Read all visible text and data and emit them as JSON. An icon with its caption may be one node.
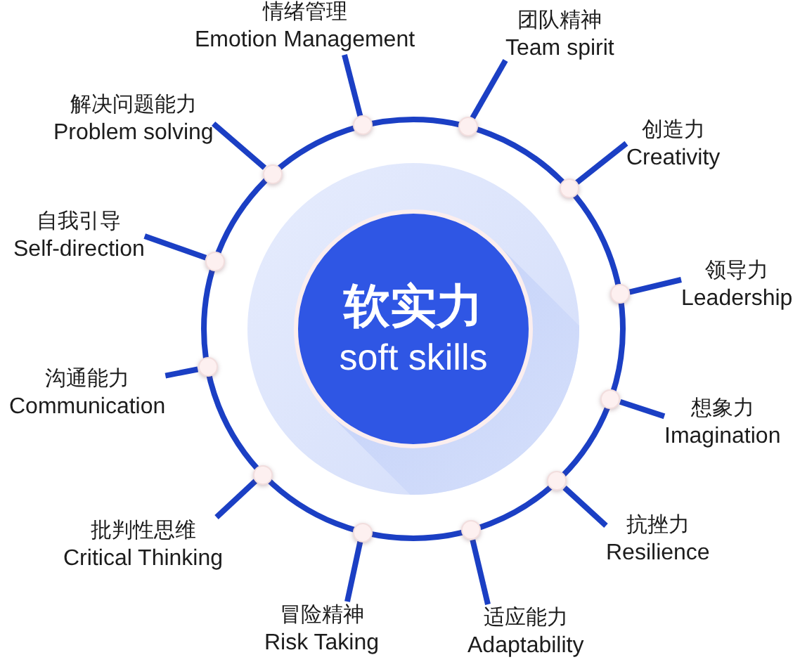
{
  "diagram": {
    "nodes": [
      {
        "text": [
          "软实力",
          "soft skills"
        ]
      },
      {
        "text": [
          "情绪管理",
          "Emotion Management"
        ]
      },
      {
        "text": [
          "团队精神",
          "Team spirit"
        ]
      },
      {
        "text": [
          "创造力",
          "Creativity"
        ]
      },
      {
        "text": [
          "领导力",
          "Leadership"
        ]
      },
      {
        "text": [
          "想象力",
          "Imagination"
        ]
      },
      {
        "text": [
          "抗挫力",
          "Resilience"
        ]
      },
      {
        "text": [
          "适应能力",
          "Adaptability"
        ]
      },
      {
        "text": [
          "冒险精神",
          "Risk Taking"
        ]
      },
      {
        "text": [
          "批判性思维",
          "Critical Thinking"
        ]
      },
      {
        "text": [
          "沟通能力",
          "Communication"
        ]
      },
      {
        "text": [
          "自我引导",
          "Self-direction"
        ]
      },
      {
        "text": [
          "解决问题能力",
          "Problem solving"
        ]
      },
      {
        "text": [],
        "shape": "circle"
      },
      {
        "text": [],
        "shape": "circle"
      },
      {
        "text": [],
        "shape": "circle"
      },
      {
        "text": [],
        "shape": "circle"
      },
      {
        "text": [],
        "shape": "circle"
      },
      {
        "text": [],
        "shape": "circle"
      },
      {
        "text": [],
        "shape": "circle"
      },
      {
        "text": [],
        "shape": "circle"
      },
      {
        "text": [],
        "shape": "circle"
      },
      {
        "text": [],
        "shape": "circle"
      },
      {
        "text": [],
        "shape": "circle"
      },
      {
        "text": [],
        "shape": "circle"
      }
    ],
    "edges": [
      {
        "from": 1,
        "to": 13,
        "arrow": "none"
      },
      {
        "from": 2,
        "to": 14,
        "arrow": "none"
      },
      {
        "from": 3,
        "to": 15,
        "arrow": "none"
      },
      {
        "from": 4,
        "to": 16,
        "arrow": "none"
      },
      {
        "from": 5,
        "to": 17,
        "arrow": "none"
      },
      {
        "from": 6,
        "to": 18,
        "arrow": "none"
      },
      {
        "from": 7,
        "to": 19,
        "arrow": "none"
      },
      {
        "from": 8,
        "to": 20,
        "arrow": "none"
      },
      {
        "from": 9,
        "to": 21,
        "arrow": "none"
      },
      {
        "from": 10,
        "to": 22,
        "arrow": "none"
      },
      {
        "from": 11,
        "to": 23,
        "arrow": "none"
      },
      {
        "from": 12,
        "to": 24,
        "arrow": "none"
      }
    ]
  }
}
